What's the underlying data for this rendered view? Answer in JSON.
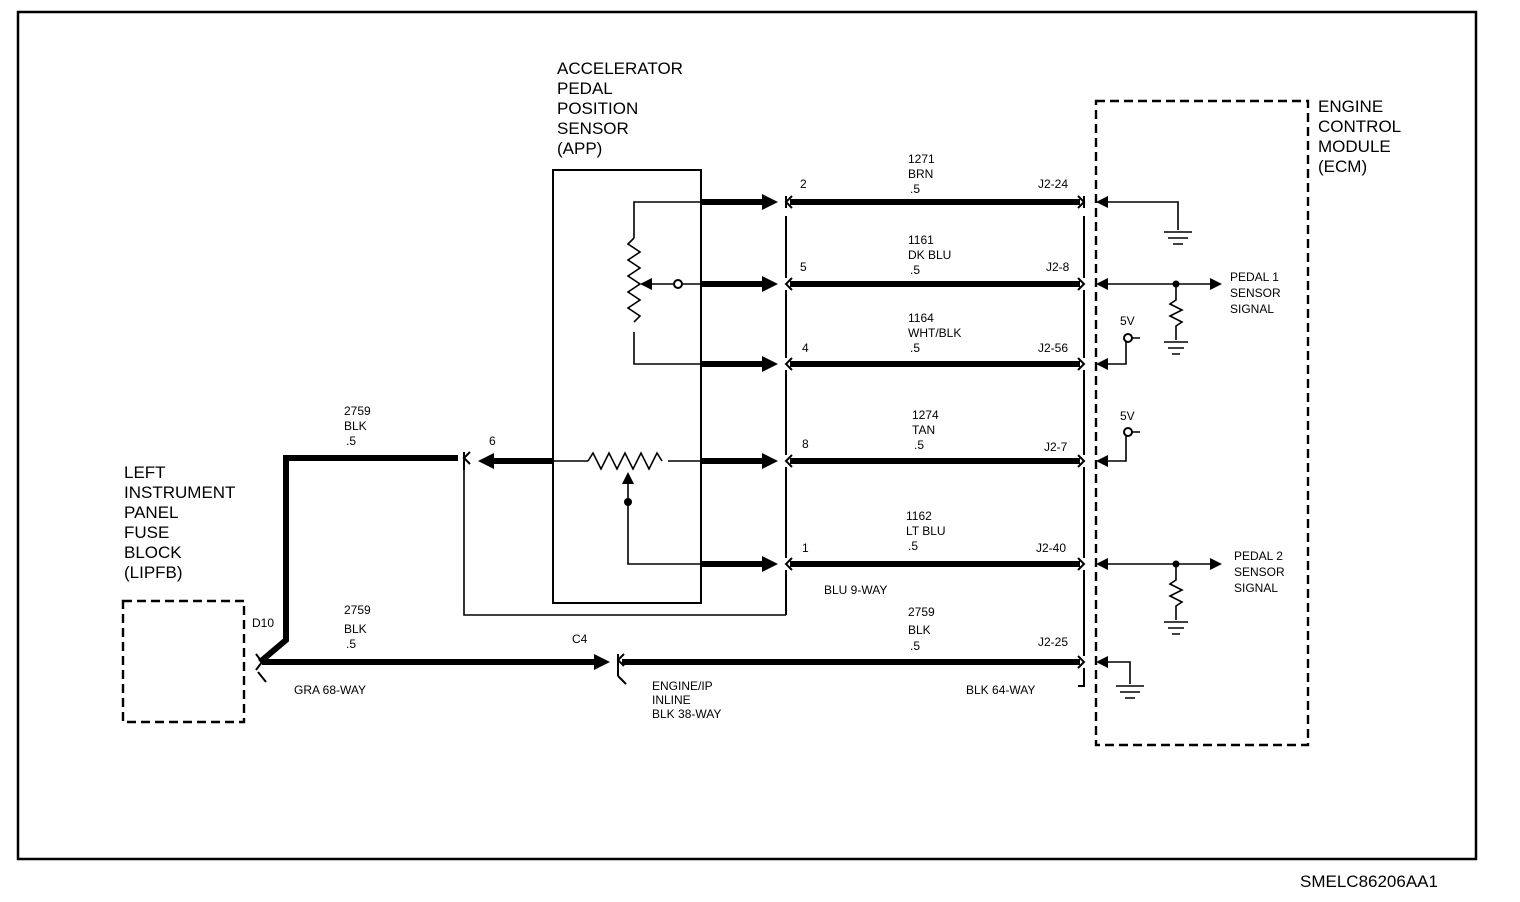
{
  "diagram_id": "SMELC86206AA1",
  "components": {
    "app": {
      "lines": [
        "ACCELERATOR",
        "PEDAL",
        "POSITION",
        "SENSOR",
        "(APP)"
      ]
    },
    "ecm": {
      "lines": [
        "ENGINE",
        "CONTROL",
        "MODULE",
        "(ECM)"
      ]
    },
    "lipfb": {
      "lines": [
        "LEFT",
        "INSTRUMENT",
        "PANEL",
        "FUSE",
        "BLOCK",
        "(LIPFB)"
      ]
    }
  },
  "circuits": [
    {
      "pin": "2",
      "circuit": "1271",
      "color": "BRN",
      "gauge": ".5",
      "ecm_pin": "J2-24"
    },
    {
      "pin": "5",
      "circuit": "1161",
      "color": "DK BLU",
      "gauge": ".5",
      "ecm_pin": "J2-8"
    },
    {
      "pin": "4",
      "circuit": "1164",
      "color": "WHT/BLK",
      "gauge": ".5",
      "ecm_pin": "J2-56"
    },
    {
      "pin": "8",
      "circuit": "1274",
      "color": "TAN",
      "gauge": ".5",
      "ecm_pin": "J2-7"
    },
    {
      "pin": "1",
      "circuit": "1162",
      "color": "LT BLU",
      "gauge": ".5",
      "ecm_pin": "J2-40"
    }
  ],
  "ground_circuit": {
    "upper": {
      "pin": "6",
      "circuit": "2759",
      "color": "BLK",
      "gauge": ".5"
    },
    "lower_left": {
      "circuit": "2759",
      "color": "BLK",
      "gauge": ".5"
    },
    "lower_right": {
      "circuit": "2759",
      "color": "BLK",
      "gauge": ".5",
      "ecm_pin": "J2-25"
    },
    "fuse_pin": "D10",
    "inline_pin": "C4"
  },
  "connectors": {
    "app": "BLU 9-WAY",
    "lipfb": "GRA 68-WAY",
    "inline": [
      "ENGINE/IP",
      "INLINE",
      "BLK 38-WAY"
    ],
    "ecm": "BLK 64-WAY"
  },
  "signals": {
    "pedal1": [
      "PEDAL 1",
      "SENSOR",
      "SIGNAL"
    ],
    "pedal2": [
      "PEDAL 2",
      "SENSOR",
      "SIGNAL"
    ],
    "ref1": "5V",
    "ref2": "5V"
  }
}
